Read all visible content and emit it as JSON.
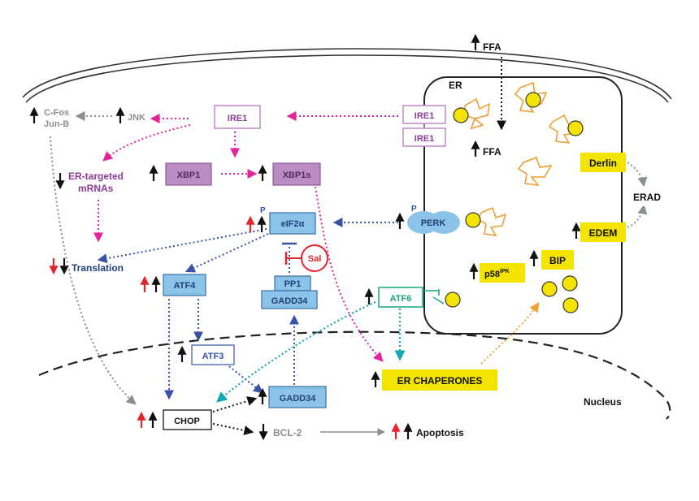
{
  "labels": {
    "ffa_top": "FFA",
    "er": "ER",
    "ffa_er": "FFA",
    "cfos": "C-Fos",
    "junb": "Jun-B",
    "jnk": "JNK",
    "ire1": "IRE1",
    "ire1_a": "IRE1",
    "ire1_b": "IRE1",
    "er_targeted": "ER-targeted",
    "mrnas": "mRNAs",
    "xbp1": "XBP1",
    "xbp1s": "XBP1s",
    "derlin": "Derlin",
    "erad": "ERAD",
    "p_eif": "P",
    "eif2a": "eIF2α",
    "p_perk": "P",
    "perk": "PERK",
    "edem": "EDEM",
    "translation": "Translation",
    "sal": "Sal",
    "p58": "p58",
    "p58_sup": "IPK",
    "bip": "BIP",
    "atf4": "ATF4",
    "pp1": "PP1",
    "gadd34_pp1": "GADD34",
    "atf6": "ATF6",
    "atf3": "ATF3",
    "er_chaperones": "ER CHAPERONES",
    "gadd34": "GADD34",
    "nucleus": "Nucleus",
    "chop": "CHOP",
    "bcl2": "BCL-2",
    "apoptosis": "Apoptosis"
  }
}
